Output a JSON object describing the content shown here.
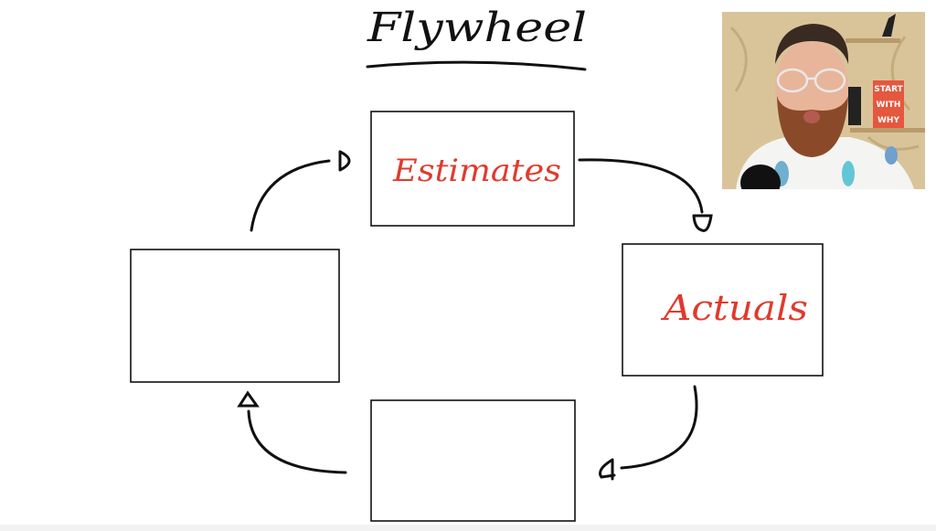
{
  "diagram": {
    "title": "Flywheel",
    "boxes": [
      {
        "id": "top",
        "label": "Estimates"
      },
      {
        "id": "right",
        "label": "Actuals"
      },
      {
        "id": "bottom",
        "label": ""
      },
      {
        "id": "left",
        "label": ""
      }
    ],
    "flow": "clockwise",
    "colors": {
      "ink": "#111111",
      "label_ink": "#e03a2c"
    }
  },
  "webcam": {
    "book_text": "START WITH WHY"
  }
}
